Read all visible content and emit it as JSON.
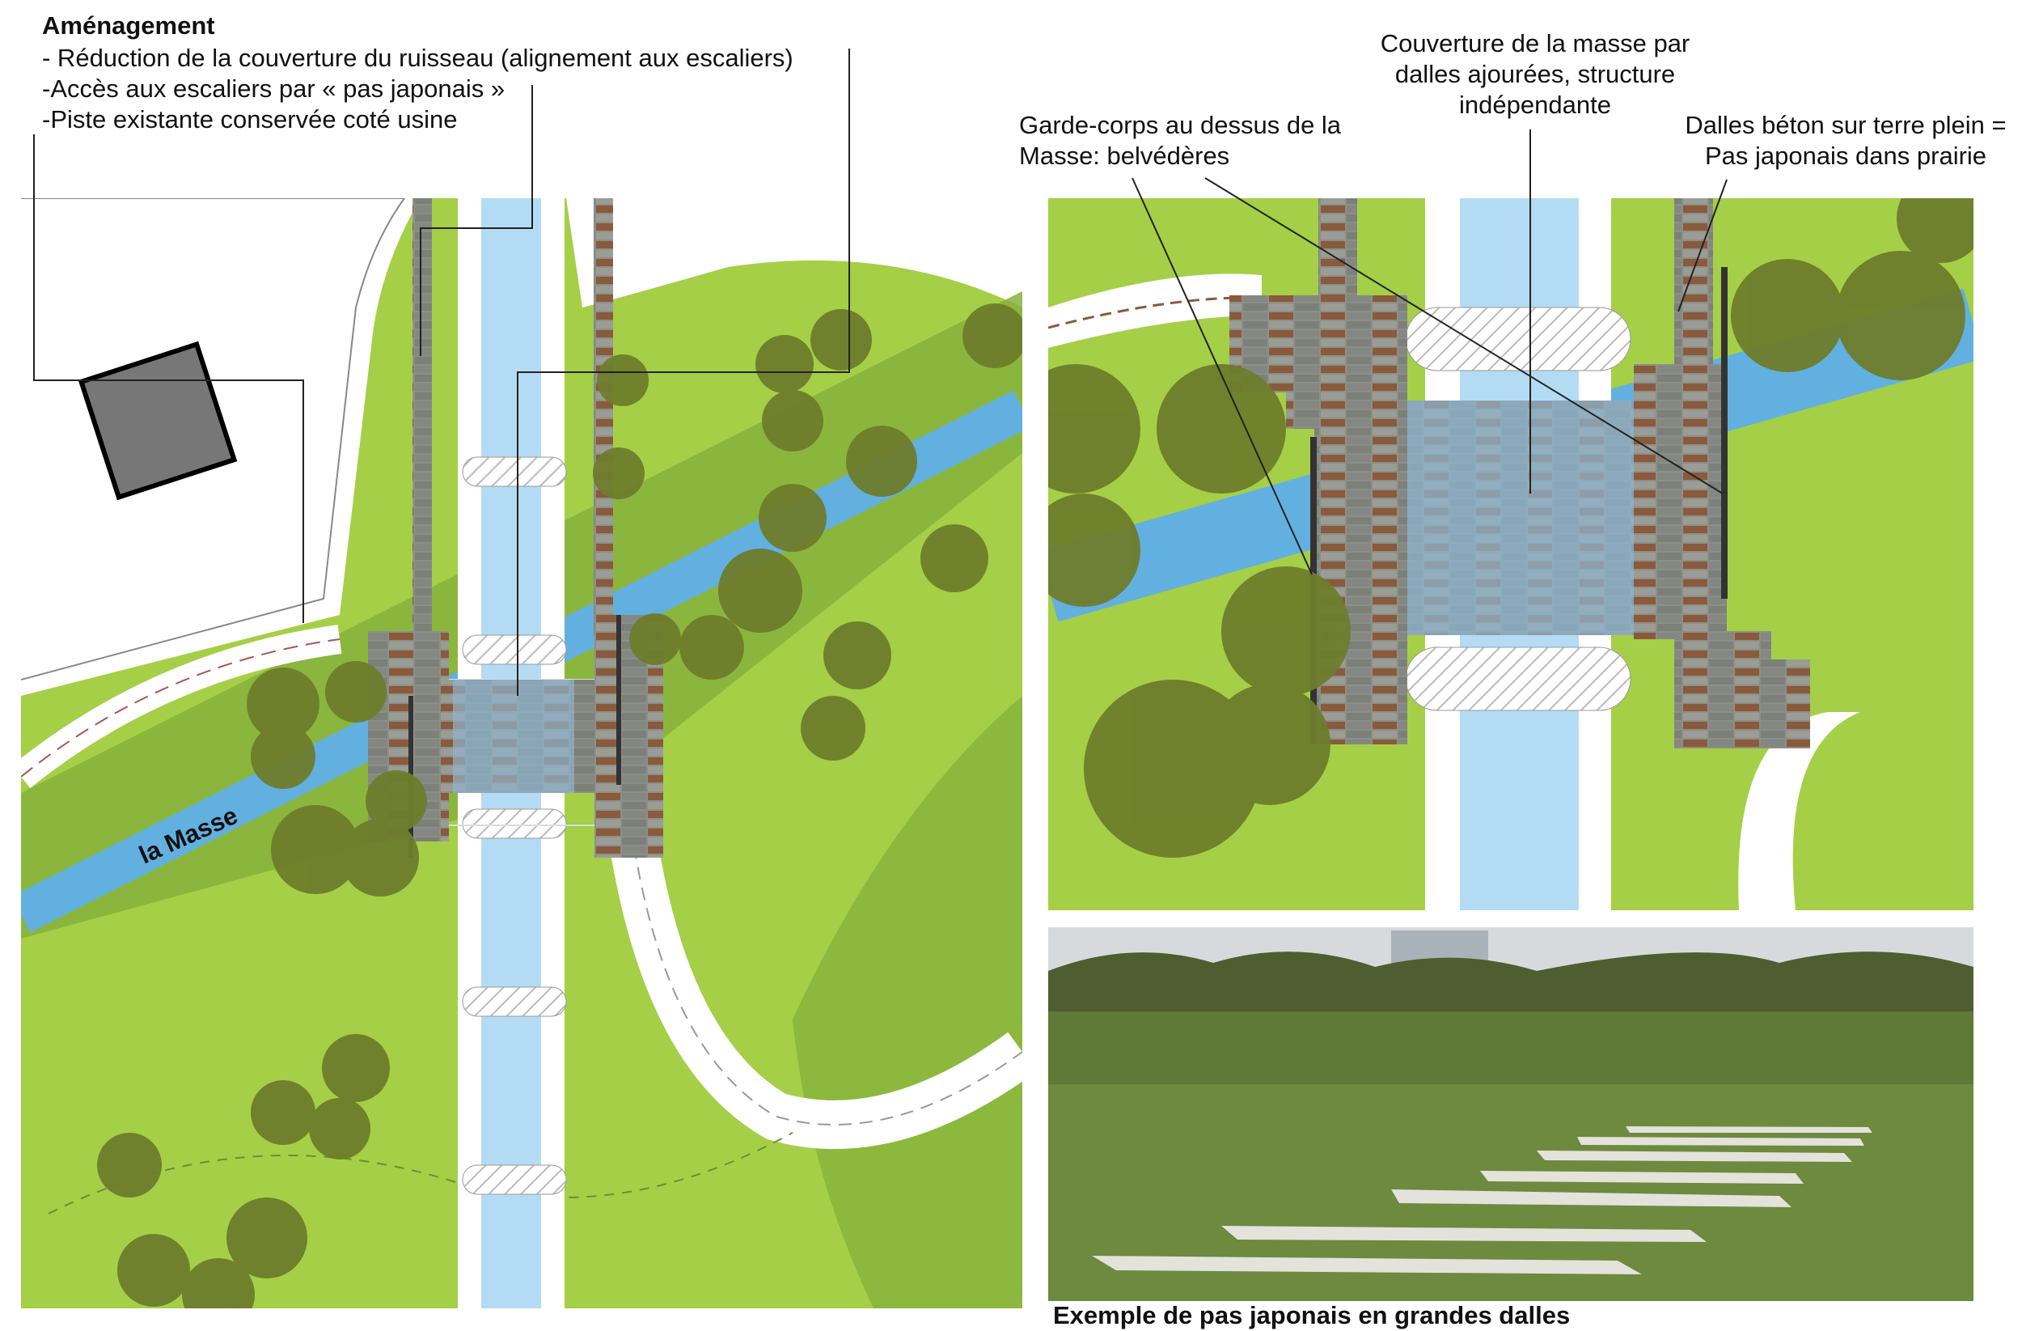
{
  "intro": {
    "title": "Aménagement",
    "lines": [
      "- Réduction de la couverture du ruisseau (alignement aux escaliers)",
      "-Accès aux escaliers par « pas japonais »",
      "-Piste existante conservée coté usine"
    ]
  },
  "plan_left": {
    "river_label": "la Masse"
  },
  "annotations": {
    "cover": [
      "Couverture de la masse par",
      "dalles ajourées, structure",
      "indépendante"
    ],
    "railing": [
      "Garde-corps au dessus de la",
      "Masse: belvédères"
    ],
    "slabs": [
      "Dalles béton sur terre plein =",
      "Pas japonais dans prairie"
    ]
  },
  "photo": {
    "caption": "Exemple de pas japonais en grandes dalles"
  },
  "colors": {
    "grass": "#a5cf46",
    "grass_dark": "#86b23c",
    "tree": "#6e7d2c",
    "river": "#62b0e0",
    "canal": "#b3dcf4",
    "paving": "#8a8d86",
    "brick": "#8a5a3c"
  }
}
